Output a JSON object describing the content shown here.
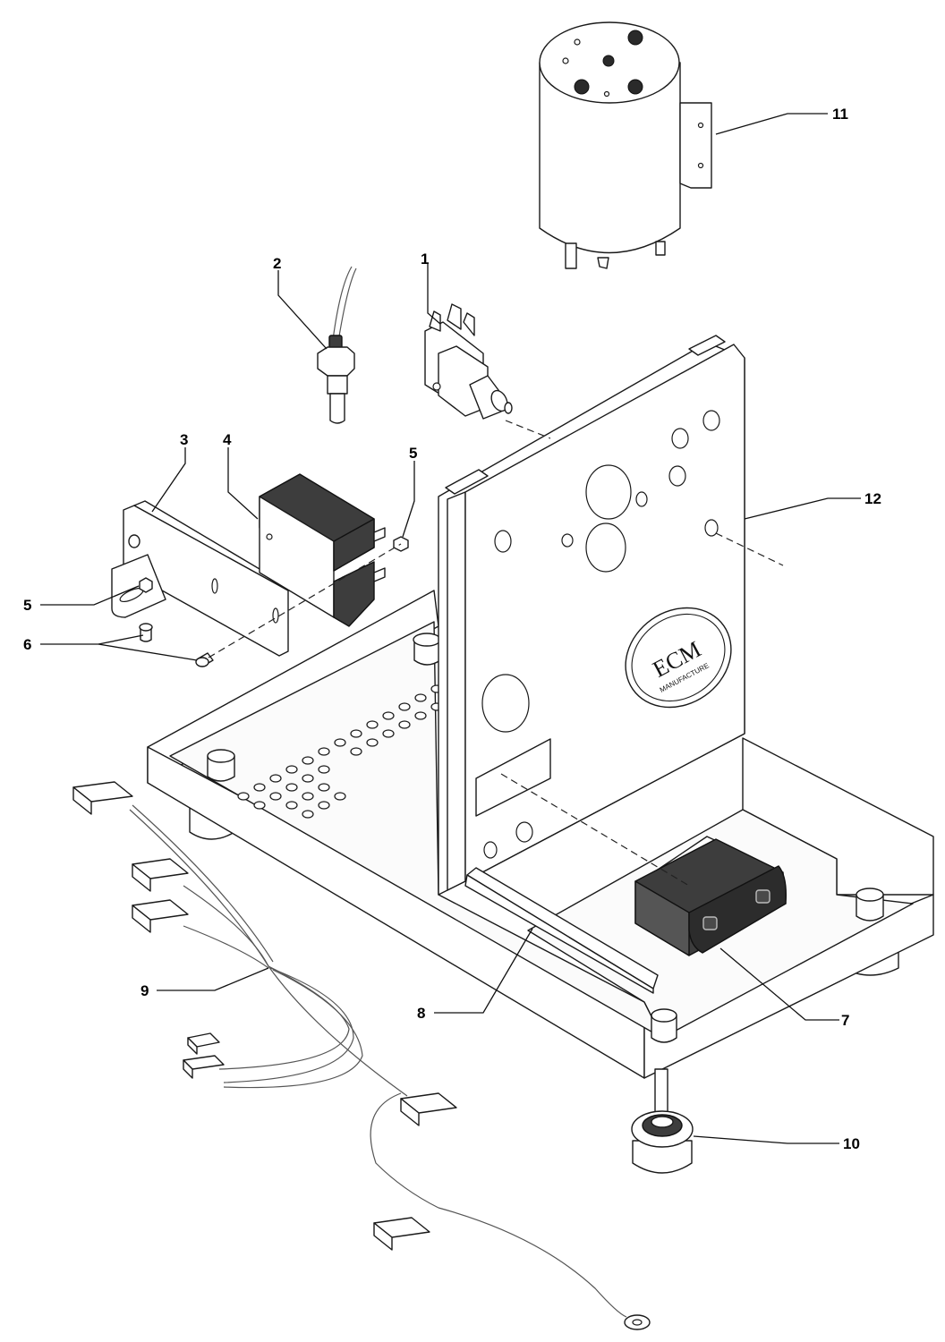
{
  "callouts": [
    "1",
    "2",
    "3",
    "4",
    "5",
    "5",
    "6",
    "7",
    "8",
    "9",
    "10",
    "11",
    "12"
  ],
  "logo": {
    "main": "ECM",
    "sub": "MANUFACTURE"
  }
}
